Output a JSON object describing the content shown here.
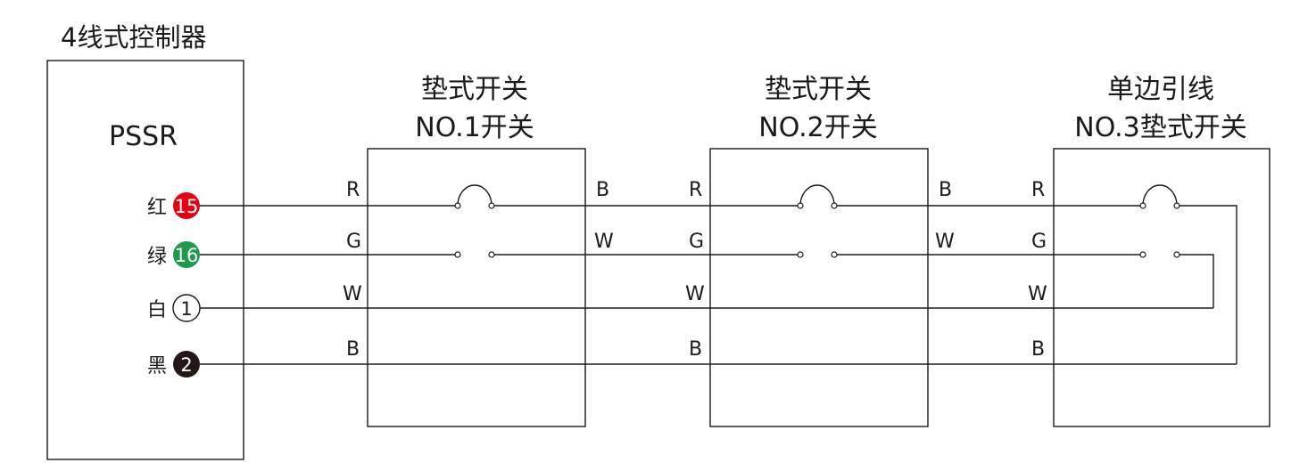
{
  "controller": {
    "title": "4线式控制器",
    "model": "PSSR",
    "terminals": [
      {
        "label": "红",
        "number": "15",
        "color": "#e60012"
      },
      {
        "label": "绿",
        "number": "16",
        "color": "#1d9a4a"
      },
      {
        "label": "白",
        "number": "1",
        "color": "#ffffff"
      },
      {
        "label": "黑",
        "number": "2",
        "color": "#231815"
      }
    ]
  },
  "switches": [
    {
      "title_line1": "垫式开关",
      "title_line2": "NO.1开关",
      "left_pins": [
        "R",
        "G",
        "W",
        "B"
      ],
      "right_pins": [
        "B",
        "W"
      ]
    },
    {
      "title_line1": "垫式开关",
      "title_line2": "NO.2开关",
      "left_pins": [
        "R",
        "G",
        "W",
        "B"
      ],
      "right_pins": [
        "B",
        "W"
      ]
    },
    {
      "title_line1": "单边引线",
      "title_line2": "NO.3垫式开关",
      "left_pins": [
        "R",
        "G",
        "W",
        "B"
      ],
      "right_pins": []
    }
  ],
  "colors": {
    "line": "#1a1a1a",
    "red": "#e60012",
    "green": "#1d9a4a",
    "black": "#231815"
  }
}
